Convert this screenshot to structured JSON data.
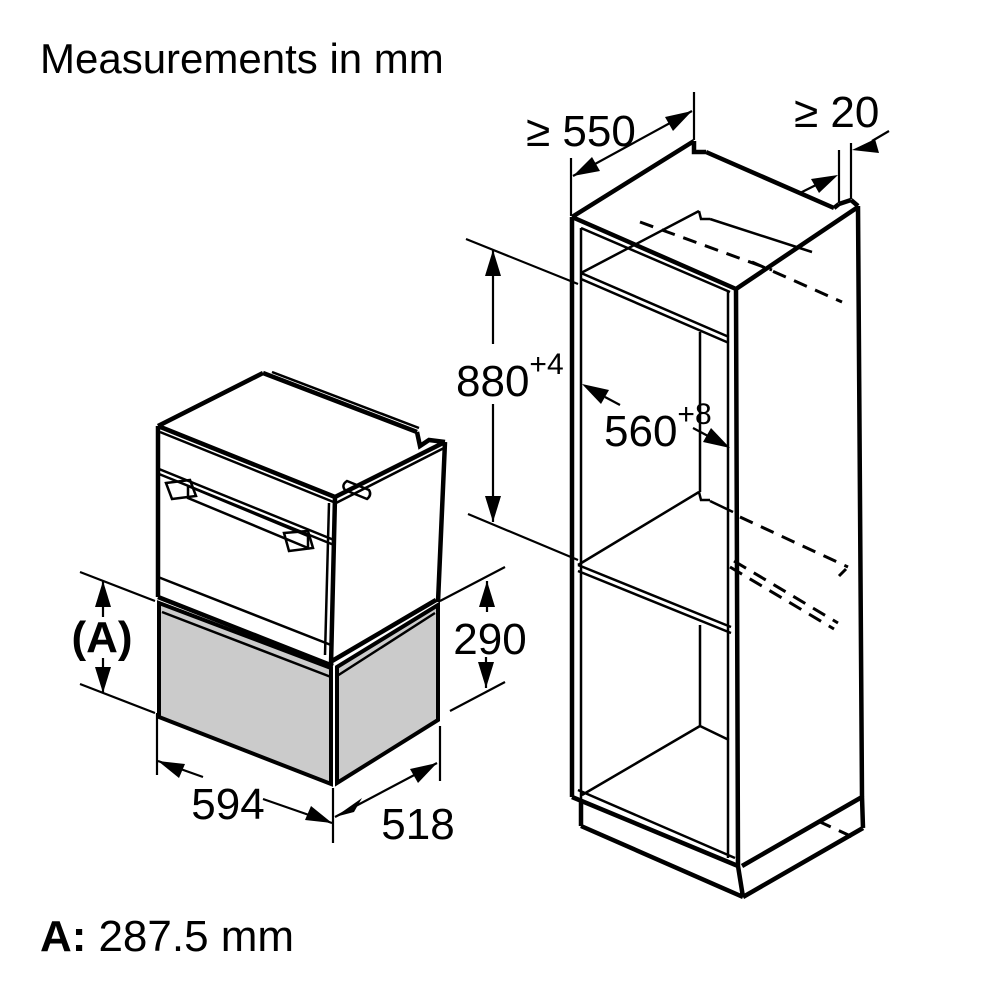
{
  "title": "Measurements in mm",
  "footnote": {
    "label": "A:",
    "value": "287.5 mm"
  },
  "appliance_view": {
    "dim_front_height_label": "(A)",
    "dim_drawer_height": "290",
    "dim_width": "594",
    "dim_depth": "518"
  },
  "cabinet_view": {
    "dim_depth_min": "≥ 550",
    "dim_rear_gap_min": "≥ 20",
    "dim_niche_height": "880",
    "dim_niche_height_tol": "+4",
    "dim_niche_depth": "560",
    "dim_niche_depth_tol": "+8"
  },
  "colors": {
    "line": "#000000",
    "drawer_fill": "#cbcbcb",
    "background": "#ffffff"
  }
}
